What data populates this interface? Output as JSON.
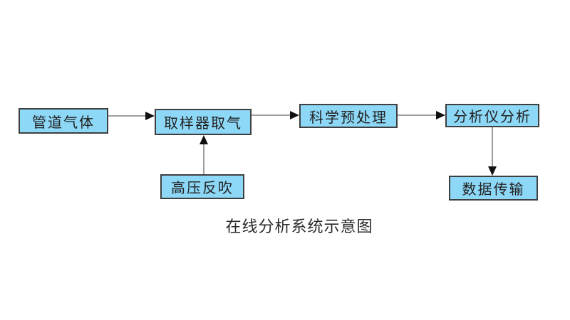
{
  "diagram": {
    "caption": "在线分析系统示意图",
    "nodes": {
      "pipeline_gas": {
        "label": "管道气体"
      },
      "sampler": {
        "label": "取样器取气"
      },
      "pretreatment": {
        "label": "科学预处理"
      },
      "analyzer": {
        "label": "分析仪分析"
      },
      "backflush": {
        "label": "高压反吹"
      },
      "data_transfer": {
        "label": "数据传输"
      }
    },
    "flow": [
      "管道气体 → 取样器取气",
      "取样器取气 → 科学预处理",
      "科学预处理 → 分析仪分析",
      "高压反吹 → 取样器取气",
      "分析仪分析 → 数据传输"
    ]
  },
  "colors": {
    "bg": "#ffffff",
    "node-fill": "#8DD7F7",
    "node-border": "#3f3f3f",
    "line": "#666666",
    "arrow": "#111111"
  }
}
